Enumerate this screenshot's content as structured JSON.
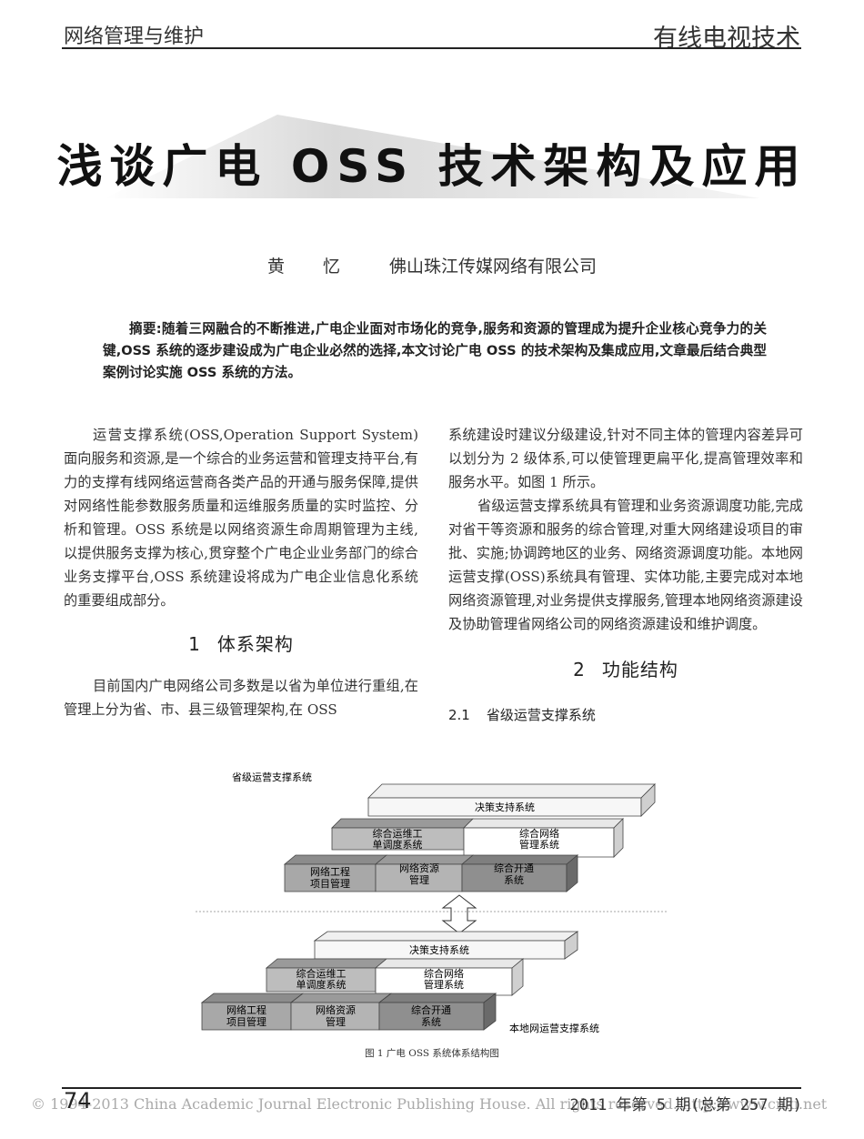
{
  "header": {
    "section": "网络管理与维护",
    "journal": "有线电视技术"
  },
  "title": "浅谈广电 OSS 技术架构及应用",
  "author": {
    "name": "黄 忆",
    "affiliation": "佛山珠江传媒网络有限公司"
  },
  "abstract": "摘要:随着三网融合的不断推进,广电企业面对市场化的竞争,服务和资源的管理成为提升企业核心竞争力的关键,OSS 系统的逐步建设成为广电企业必然的选择,本文讨论广电 OSS 的技术架构及集成应用,文章最后结合典型案例讨论实施 OSS 系统的方法。",
  "left_column": {
    "intro": "运营支撑系统(OSS,Operation Support System)面向服务和资源,是一个综合的业务运营和管理支持平台,有力的支撑有线网络运营商各类产品的开通与服务保障,提供对网络性能参数服务质量和运维服务质量的实时监控、分析和管理。OSS 系统是以网络资源生命周期管理为主线,以提供服务支撑为核心,贯穿整个广电企业业务部门的综合业务支撑平台,OSS 系统建设将成为广电企业信息化系统的重要组成部分。",
    "section1_num": "1",
    "section1_title": "体系架构",
    "section1_para": "目前国内广电网络公司多数是以省为单位进行重组,在管理上分为省、市、县三级管理架构,在 OSS"
  },
  "right_column": {
    "para1": "系统建设时建议分级建设,针对不同主体的管理内容差异可以划分为 2 级体系,可以使管理更扁平化,提高管理效率和服务水平。如图 1 所示。",
    "para2": "省级运营支撑系统具有管理和业务资源调度功能,完成对省干等资源和服务的综合管理,对重大网络建设项目的审批、实施;协调跨地区的业务、网络资源调度功能。本地网运营支撑(OSS)系统具有管理、实体功能,主要完成对本地网络资源管理,对业务提供支撑服务,管理本地网络资源建设及协助管理省网络公司的网络资源建设和维护调度。",
    "section2_num": "2",
    "section2_title": "功能结构",
    "section21_num": "2.1",
    "section21_title": "省级运营支撑系统"
  },
  "figure": {
    "top_label": "省级运营支撑系统",
    "bottom_label": "本地网运营支撑系统",
    "top": {
      "decision": "决策支持系统",
      "ops_l1": "综合运维工",
      "ops_l2": "单调度系统",
      "net_l1": "综合网络",
      "net_l2": "管理系统",
      "eng_l1": "网络工程",
      "eng_l2": "项目管理",
      "res_l1": "网络资源",
      "res_l2": "管理",
      "prov_l1": "综合开通",
      "prov_l2": "系统"
    },
    "bottom": {
      "decision": "决策支持系统",
      "ops_l1": "综合运维工",
      "ops_l2": "单调度系统",
      "net_l1": "综合网络",
      "net_l2": "管理系统",
      "eng_l1": "网络工程",
      "eng_l2": "项目管理",
      "res_l1": "网络资源",
      "res_l2": "管理",
      "prov_l1": "综合开通",
      "prov_l2": "系统"
    },
    "caption": "图 1   广电 OSS 系统体系结构图"
  },
  "footer": {
    "page": "74",
    "issue": "2011 年第 5 期(总第 257 期)",
    "copyright": "© 1994-2013 China Academic Journal Electronic Publishing House. All rights reserved.    http://www.cnki.net"
  }
}
